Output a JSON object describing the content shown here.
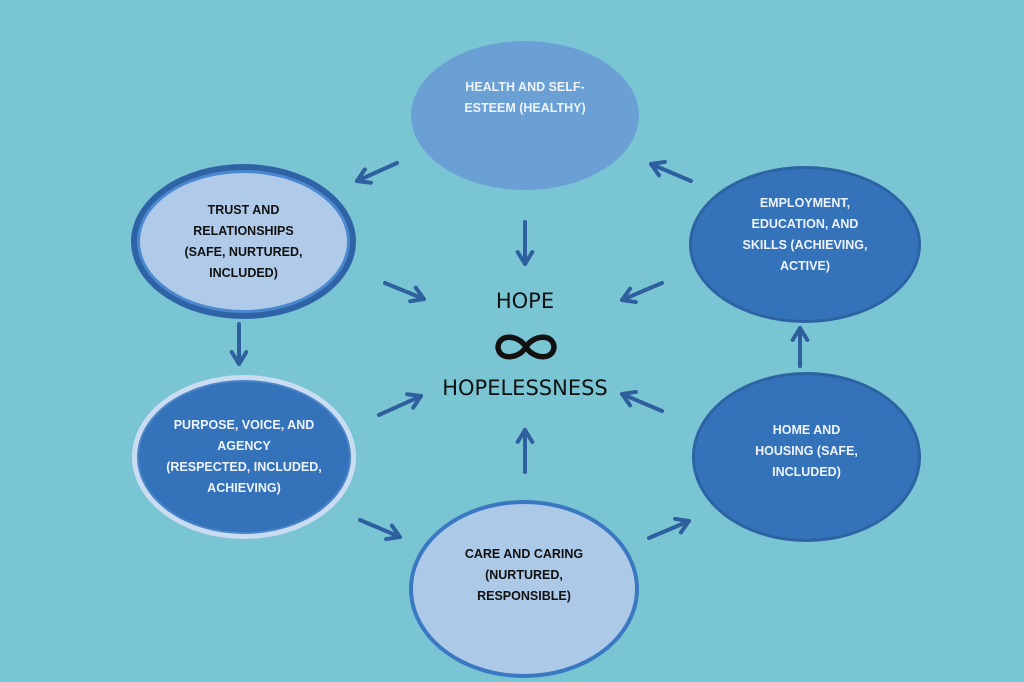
{
  "diagram": {
    "center": {
      "top_label": "HOPE",
      "symbol": "infinity-icon",
      "bottom_label": "HOPELESSNESS"
    },
    "nodes": [
      {
        "id": "health",
        "label": "HEALTH AND SELF-\nESTEEM (HEALTHY)"
      },
      {
        "id": "trust",
        "label": "TRUST AND\nRELATIONSHIPS\n(SAFE, NURTURED,\nINCLUDED)"
      },
      {
        "id": "employment",
        "label": "EMPLOYMENT,\nEDUCATION, AND\nSKILLS (ACHIEVING,\nACTIVE)"
      },
      {
        "id": "purpose",
        "label": "PURPOSE, VOICE, AND\nAGENCY\n(RESPECTED, INCLUDED,\nACHIEVING)"
      },
      {
        "id": "home",
        "label": "HOME AND\nHOUSING (SAFE,\nINCLUDED)"
      },
      {
        "id": "care",
        "label": "CARE AND CARING\n(NURTURED,\nRESPONSIBLE)"
      }
    ],
    "cycle_edges": [
      {
        "from": "health",
        "to": "trust"
      },
      {
        "from": "trust",
        "to": "purpose"
      },
      {
        "from": "purpose",
        "to": "care"
      },
      {
        "from": "care",
        "to": "home"
      },
      {
        "from": "home",
        "to": "employment"
      },
      {
        "from": "employment",
        "to": "health"
      }
    ],
    "center_edges": [
      "health",
      "trust",
      "employment",
      "purpose",
      "home",
      "care"
    ],
    "colors": {
      "background": "#7ac5d3",
      "arrow": "#2e5f9e",
      "node_dark": "#3473ba",
      "node_medium": "#6ba0d5",
      "node_light": "#b0cbe9"
    }
  }
}
